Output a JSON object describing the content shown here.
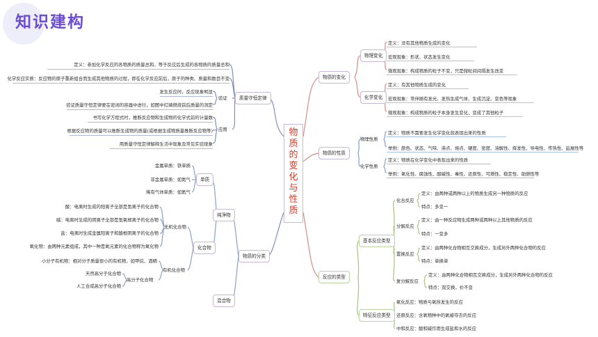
{
  "header": {
    "title": "知识建构"
  },
  "center": {
    "chars": [
      "物",
      "质",
      "的",
      "变",
      "化",
      "与",
      "性",
      "质"
    ]
  },
  "branches": {
    "change": {
      "label": "物质的变化",
      "physical": {
        "label": "物理变化",
        "items": [
          "定义：没有其他物质生成的变化",
          "宏观现象：形状、状态发生变化",
          "微观现象：构成物质的粒子不变，只是微粒间间隔发生改变"
        ]
      },
      "chemical": {
        "label": "化学变化",
        "items": [
          "定义：有其他物质生成的变化",
          "宏观现象：常伴随有发光、发热生成气体、生成沉淀、变色等现象",
          "微观现象：构成物质的粒子本身发生变化，变成了其他粒子"
        ]
      }
    },
    "property": {
      "label": "物质的性质",
      "physical": {
        "label": "物理性质",
        "items": [
          "定义：物质不需要发生化学变化就表现出来的性质",
          "举例：颜色、状态、气味、沸点、熔点、硬度、密度、溶解性、挥发性、导电性、传热性、延展性等"
        ]
      },
      "chemical": {
        "label": "化学性质",
        "items": [
          "定义：物质在化学变化中表现出来的性质",
          "举例：氧化性、腐蚀性、酸碱性、毒性、还原性、可燃性、稳定性、助燃性等"
        ]
      }
    },
    "reaction": {
      "label": "反应的类型",
      "basic": {
        "label": "基本反应类型",
        "groups": [
          {
            "label": "化合反应",
            "def": "定义：由两种或两种以上的物质生成另一种物质的反应",
            "feat": "特点：多变一"
          },
          {
            "label": "分解反应",
            "def": "定义：由一种反应物生成两种或两种以上其他物质的反应",
            "feat": "特点：一变多"
          },
          {
            "label": "置换反应",
            "def": "定义：由两种化合物相互交换成分，生成另外两种化合物的反应",
            "feat": "特点：单换单"
          },
          {
            "label": "复分解反应",
            "def": "定义：由两种化合物相互交换成分，生成另外两种化合物的反应",
            "feat": "特点：双交换，价不变"
          }
        ]
      },
      "feature": {
        "label": "特征反应类型",
        "items": [
          "氧化反应：物质与氧所发生的反应",
          "还原反应：含氧物种中的氧被夺去的反应",
          "中和反应：酸和碱作用生成盐和水的反应"
        ]
      }
    },
    "conservation": {
      "label": "质量守恒定律",
      "definition": "定义：参加化学反应的各物质的质量总和，等于反应后生成的各物质的质量总和",
      "essence": "化学反应实质：反应物的原子重新组合而生成其他物质的过程，即在化学反应前后，原子的种类、质量和数目不变",
      "verify": {
        "label": "验证",
        "items": [
          "发生反应时，反应现象明显",
          "验证质量守恒定律要在密闭的容器中进行，如图中红磷燃烧前后质量的测定"
        ]
      },
      "apply": {
        "label": "应用",
        "items": [
          "书写化学方程式时，推断反应物和生成物的化学式前的计量数",
          "根据反应物的质量可以推断生成物的质量(或根据生成物质量推断反应物等)",
          "用质量守恒定律解释生活中现象及常见实验现象"
        ]
      }
    },
    "classify": {
      "label": "物质的分类",
      "pure": {
        "label": "纯净物",
        "element": {
          "label": "单质",
          "items": [
            "金属单质：铁单质",
            "非金属单质：如氮气",
            "稀有气体单质：如氦气"
          ]
        },
        "compound": {
          "label": "化合物",
          "inorganic": {
            "label": "无机化合物",
            "items": [
              "酸：电离时生成的阳离子全部是氢离子的化合物",
              "碱：电离时生成的阴离子全部是氢氧根离子的化合物",
              "盐：电离时生成金属阳离子和酸根阴离子的化合物",
              "氧化物：由两种元素组成，其中一种是氧元素的化合物称为氧化物"
            ]
          },
          "organic": {
            "label": "有机化合物",
            "small": "小分子有机物：相对分子质量很小的有机物，如甲烷、酒精",
            "macro": {
              "label": "高分子化合物",
              "items": [
                "天然高分子化合物",
                "人工合成高分子化合物"
              ]
            }
          }
        }
      },
      "mixture": {
        "label": "混合物"
      }
    }
  }
}
